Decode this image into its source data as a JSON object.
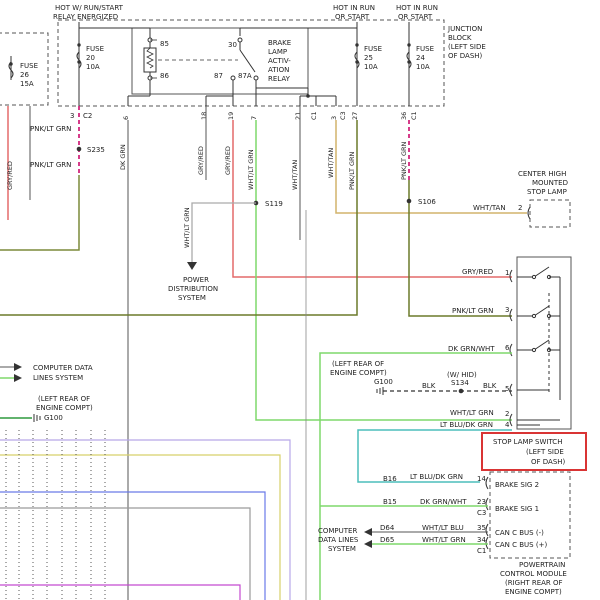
{
  "header": {
    "hot_run_start_relay": [
      "HOT W/ RUN/START",
      "RELAY ENERGIZED"
    ],
    "hot_in_run_1": [
      "HOT IN RUN",
      "OR START"
    ],
    "hot_in_run_2": [
      "HOT IN RUN",
      "OR START"
    ]
  },
  "junction_block": [
    "JUNCTION",
    "BLOCK",
    "(LEFT SIDE",
    "OF DASH)"
  ],
  "fuses": [
    {
      "label": "FUSE",
      "num": "26",
      "amp": "15A"
    },
    {
      "label": "FUSE",
      "num": "20",
      "amp": "10A"
    },
    {
      "label": "FUSE",
      "num": "25",
      "amp": "10A"
    },
    {
      "label": "FUSE",
      "num": "24",
      "amp": "10A"
    }
  ],
  "relay": {
    "label": [
      "BRAKE",
      "LAMP",
      "ACTIV-",
      "ATION",
      "RELAY"
    ],
    "pins": [
      "85",
      "30",
      "86",
      "87",
      "87A"
    ]
  },
  "junction_pins": [
    {
      "num": "3",
      "conn": "C2"
    },
    {
      "num": "6",
      "conn": ""
    },
    {
      "num": "18",
      "conn": ""
    },
    {
      "num": "19",
      "conn": ""
    },
    {
      "num": "7",
      "conn": ""
    },
    {
      "num": "21",
      "conn": ""
    },
    {
      "num": "C1",
      "conn": ""
    },
    {
      "num": "3",
      "conn": ""
    },
    {
      "num": "C3",
      "conn": ""
    },
    {
      "num": "27",
      "conn": ""
    },
    {
      "num": "36",
      "conn": "C1"
    }
  ],
  "wires": {
    "gry_red": "GRY/RED",
    "pnk_lt_grn": "PNK/LT GRN",
    "dk_grn": "DK GRN",
    "wht_lt_grn": "WHT/LT GRN",
    "wht_tan": "WHT/TAN",
    "blk": "BLK",
    "dk_grn_wht": "DK GRN/WHT",
    "lt_blu_dk_grn": "LT BLU/DK GRN",
    "wht_lt_blu": "WHT/LT BLU"
  },
  "splices": [
    "S235",
    "S119",
    "S106",
    "S134"
  ],
  "labels": {
    "center_high": [
      "CENTER HIGH",
      "MOUNTED",
      "STOP LAMP"
    ],
    "power_dist": [
      "POWER",
      "DISTRIBUTION",
      "SYSTEM"
    ],
    "computer_data_lines_left": [
      "COMPUTER DATA",
      "LINES SYSTEM"
    ],
    "left_rear_engine_left": [
      "(LEFT REAR OF",
      "ENGINE COMPT)"
    ],
    "g100": "G100",
    "left_rear_engine_mid": [
      "(LEFT REAR OF",
      "ENGINE COMPT)"
    ],
    "w_hid": "(W/ HID)",
    "stop_lamp_switch": [
      "STOP LAMP SWITCH",
      "(LEFT SIDE",
      "OF DASH)"
    ],
    "brake_sig_2": "BRAKE SIG 2",
    "brake_sig_1": "BRAKE SIG 1",
    "can_c_minus": "CAN C BUS (-)",
    "can_c_plus": "CAN C BUS (+)",
    "pcm": [
      "POWERTRAIN",
      "CONTROL MODULE",
      "(RIGHT REAR OF",
      "ENGINE COMPT)"
    ],
    "computer_data_lines_bottom": [
      "COMPUTER",
      "DATA LINES",
      "SYSTEM"
    ]
  },
  "switch_pins": [
    "1",
    "2",
    "3",
    "4",
    "5",
    "6"
  ],
  "chmsl_pin": "2",
  "pcm_pins": [
    {
      "circuit": "B16",
      "pin": "14",
      "conn": ""
    },
    {
      "circuit": "B15",
      "pin": "23",
      "conn": "C3"
    },
    {
      "circuit": "D64",
      "pin": "35",
      "conn": ""
    },
    {
      "circuit": "D65",
      "pin": "34",
      "conn": "C1"
    }
  ],
  "colors": {
    "gry_red": "#e46a6a",
    "pnk_lt_grn": "#d1277d",
    "dk_grn": "#556b2f",
    "lt_grn": "#7fd86b",
    "wht_tan": "#d2b36c",
    "lt_blu": "#4bbdbb",
    "highlight": "#d93434"
  }
}
